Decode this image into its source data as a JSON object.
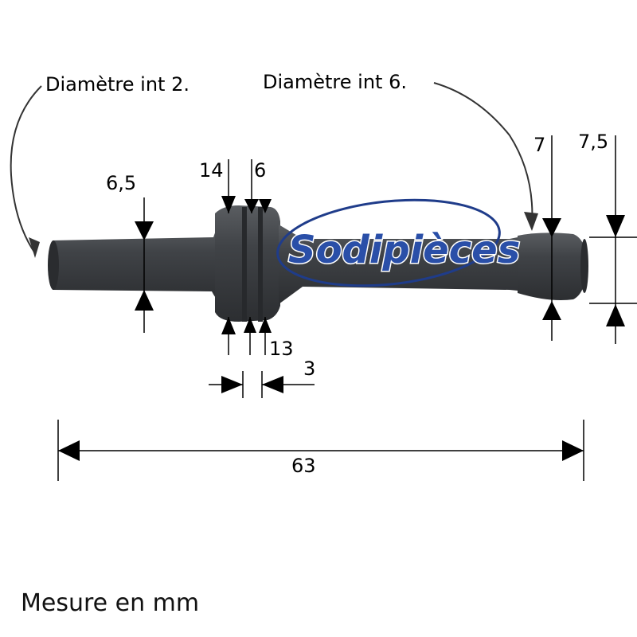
{
  "labels": {
    "diam_left": "Diamètre int 2.",
    "diam_right": "Diamètre int 6."
  },
  "dimensions": {
    "left_diameter": "6,5",
    "collar": "14",
    "groove": "6",
    "groove_bottom": "13",
    "groove_width": "3",
    "right_inner": "7",
    "right_outer": "7,5",
    "total_length": "63"
  },
  "logo": {
    "text": "Sodipièces"
  },
  "footer": {
    "note": "Mesure en mm"
  },
  "colors": {
    "part": "#3b3d40",
    "part_light": "#55585c",
    "logo_fill": "#2a4fa8",
    "logo_outline": "#ffffff",
    "logo_ring": "#1f3c8a"
  }
}
